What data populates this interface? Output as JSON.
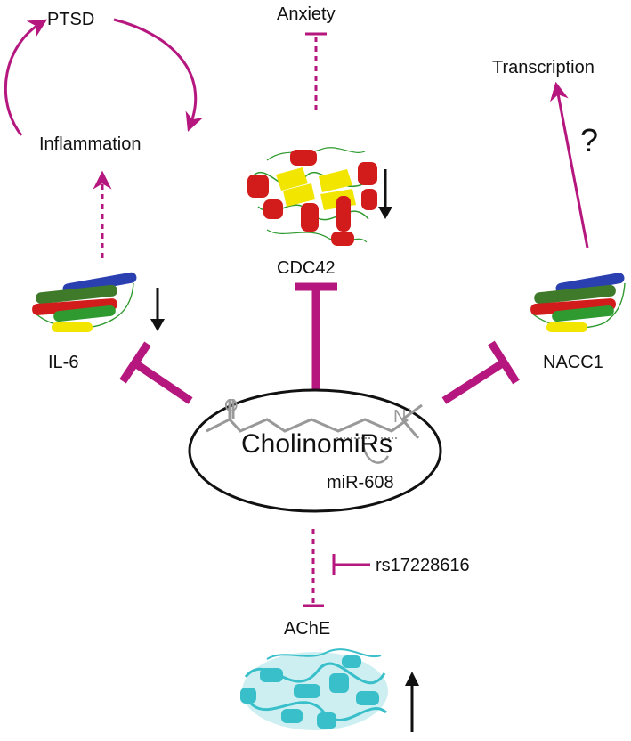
{
  "nodes": {
    "ptsd": "PTSD",
    "anxiety": "Anxiety",
    "transcription": "Transcription",
    "question": "?",
    "inflammation": "Inflammation",
    "il6": "IL-6",
    "cdc42": "CDC42",
    "nacc1": "NACC1",
    "cholinomirs": "CholinomiRs",
    "mir608": "miR-608",
    "ache": "AChE",
    "rs": "rs17228616"
  },
  "legend_colors": {
    "pathway": "#b5177e",
    "down_arrow": "#111111",
    "protein_red": "#d21b1b",
    "protein_yellow": "#f2e600",
    "protein_green": "#2f9a2f",
    "protein_blue": "#2a3fb0",
    "ache_cyan": "#38bfc9"
  },
  "icons": {
    "il6_structure": "helix-bundle-protein-icon",
    "cdc42_structure": "alpha-beta-protein-icon",
    "nacc1_structure": "helix-bundle-protein-icon",
    "ache_structure": "cyan-enzyme-protein-icon"
  }
}
